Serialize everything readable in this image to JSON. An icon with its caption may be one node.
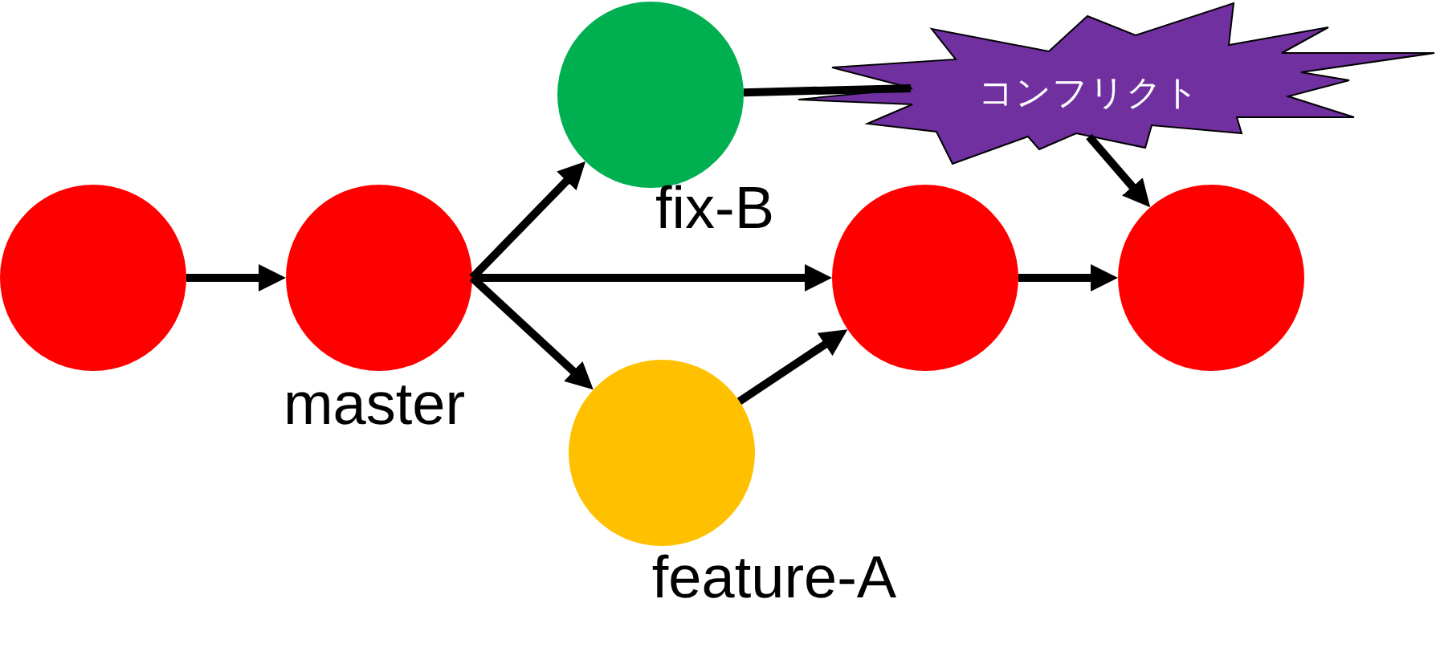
{
  "diagram": {
    "nodes": [
      {
        "text": [],
        "shape": "circle"
      },
      {
        "text": [],
        "shape": "circle",
        "beside": [
          "master"
        ]
      },
      {
        "text": [],
        "shape": "circle",
        "beside": [
          "fix-B"
        ]
      },
      {
        "text": [],
        "shape": "circle",
        "beside": [
          "feature-A"
        ]
      },
      {
        "text": [
          "コンフリクト"
        ]
      },
      {
        "text": [],
        "shape": "circle"
      },
      {
        "text": [],
        "shape": "circle"
      }
    ],
    "edges": [
      {
        "from": 0,
        "to": 1,
        "arrow": "to"
      },
      {
        "from": 1,
        "to": 2,
        "arrow": "to"
      },
      {
        "from": 1,
        "to": 5,
        "arrow": "to"
      },
      {
        "from": 1,
        "to": 3,
        "arrow": "to"
      },
      {
        "from": 3,
        "to": 5,
        "arrow": "to"
      },
      {
        "from": 5,
        "to": 6,
        "arrow": "to"
      },
      {
        "from": 2,
        "to": 4,
        "arrow": "none"
      },
      {
        "from": 4,
        "to": 6,
        "arrow": "to"
      }
    ]
  }
}
